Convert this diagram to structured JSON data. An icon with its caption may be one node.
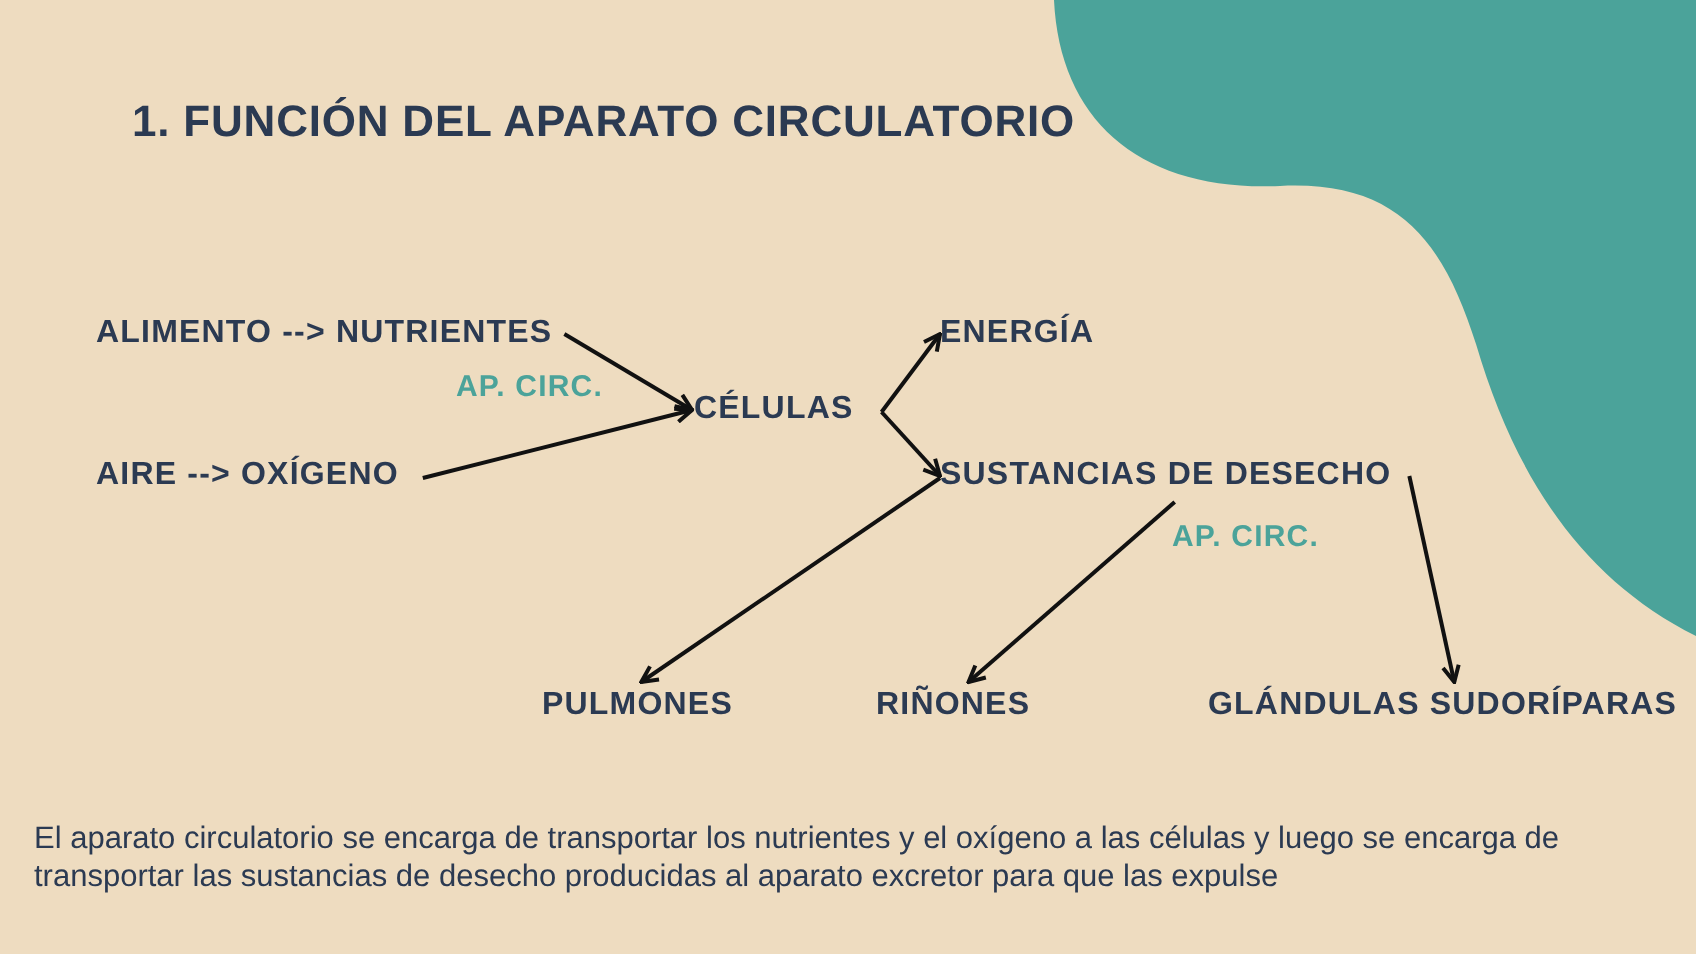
{
  "diagram": {
    "title": "1. FUNCIÓN DEL APARATO CIRCULATORIO",
    "nodes": [
      {
        "text": [
          "ALIMENTO --> NUTRIENTES"
        ]
      },
      {
        "text": [
          "AIRE --> OXÍGENO"
        ]
      },
      {
        "text": [
          "CÉLULAS"
        ]
      },
      {
        "text": [
          "ENERGÍA"
        ]
      },
      {
        "text": [
          "SUSTANCIAS DE DESECHO"
        ]
      },
      {
        "text": [
          "PULMONES"
        ]
      },
      {
        "text": [
          "RIÑONES"
        ]
      },
      {
        "text": [
          "GLÁNDULAS SUDORÍPARAS"
        ]
      }
    ],
    "edges": [
      {
        "from": 0,
        "to": 2,
        "arrow": "to"
      },
      {
        "from": 1,
        "to": 2,
        "arrow": "to"
      },
      {
        "from": 2,
        "to": 3,
        "arrow": "to"
      },
      {
        "from": 2,
        "to": 4,
        "arrow": "to"
      },
      {
        "from": 4,
        "to": 5,
        "arrow": "to"
      },
      {
        "from": 4,
        "to": 6,
        "arrow": "to"
      },
      {
        "from": 4,
        "to": 7,
        "arrow": "to"
      }
    ],
    "labels": [
      "AP. CIRC.",
      "AP. CIRC."
    ],
    "caption": "El aparato circulatorio se encarga de transportar los nutrientes y el oxígeno a las células y luego se encarga de transportar las sustancias de desecho producidas al aparato excretor para que las expulse"
  }
}
